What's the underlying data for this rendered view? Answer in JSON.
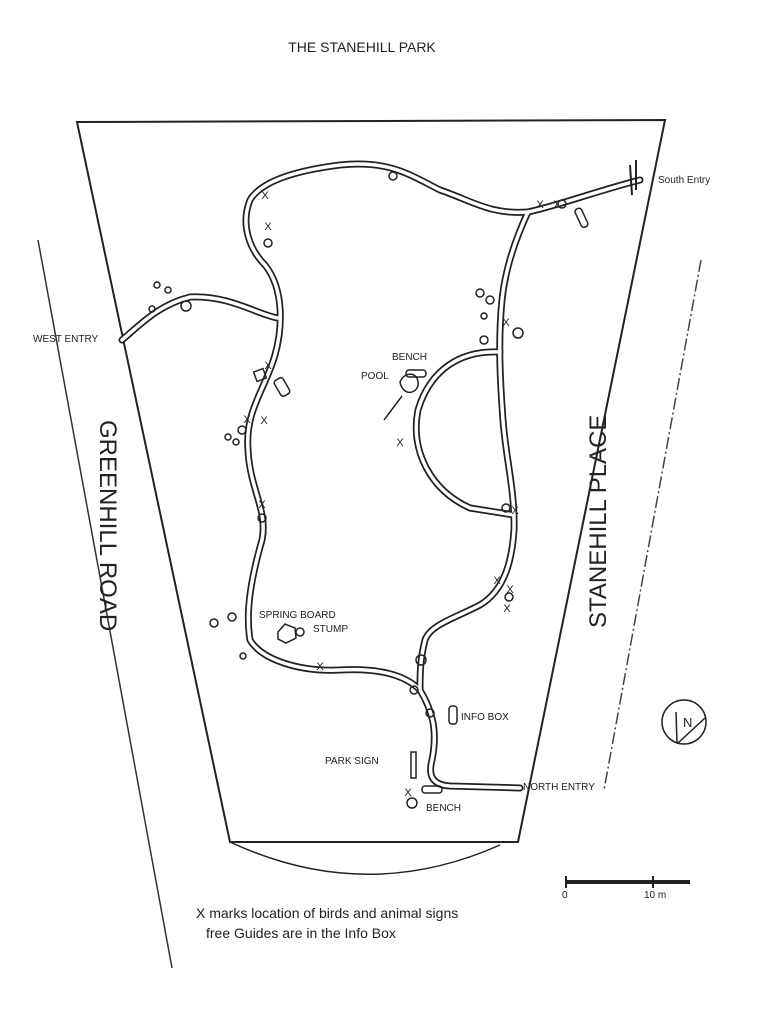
{
  "title": "THE STANEHILL PARK",
  "labels": {
    "south_entry": "South Entry",
    "west_entry": "WEST ENTRY",
    "north_entry": "NORTH ENTRY",
    "bench_top": "BENCH",
    "pool": "POOL",
    "spring_board": "SPRING BOARD",
    "stump": "STUMP",
    "info_box": "INFO BOX",
    "park_sign": "PARK SIGN",
    "bench_bottom": "BENCH"
  },
  "roads": {
    "left": "GREENHILL ROAD",
    "right": "STANEHILL PLACE"
  },
  "scale": {
    "start": "0",
    "end": "10 m"
  },
  "compass": {
    "letter": "N"
  },
  "legend": {
    "line1": "X marks location of birds and animal signs",
    "line2": "free Guides are in the Info Box"
  },
  "marker_symbol": "X"
}
